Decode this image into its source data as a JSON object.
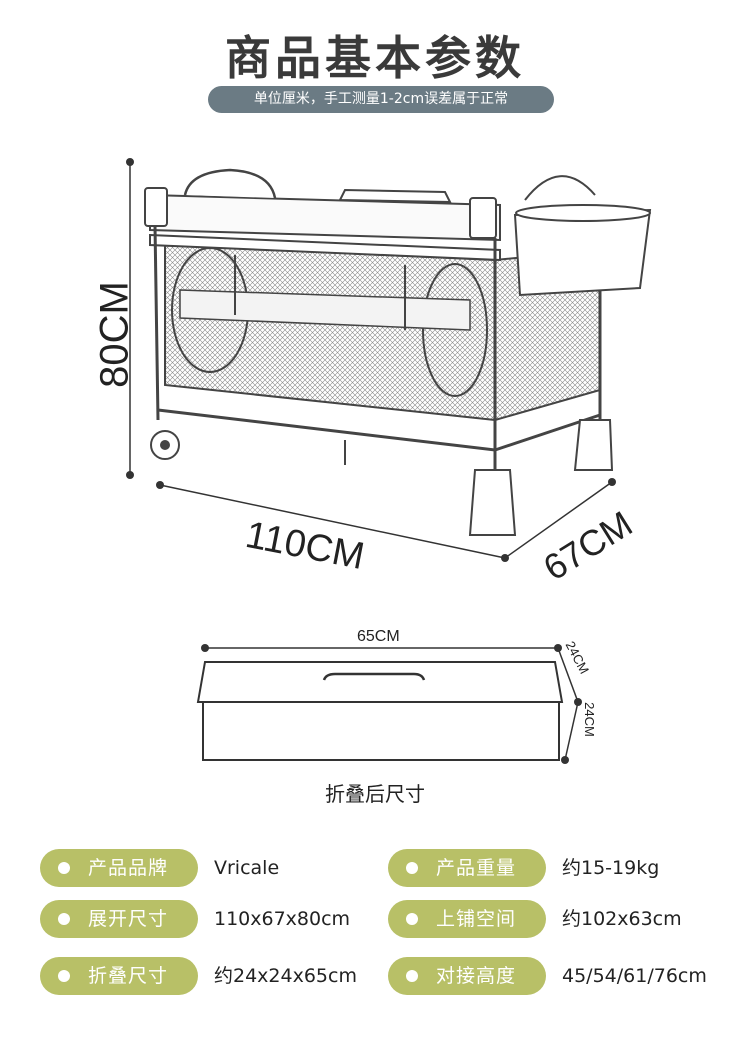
{
  "header": {
    "title": "商品基本参数",
    "subtitle": "单位厘米，手工测量1-2cm误差属于正常"
  },
  "dimensions": {
    "height": "80CM",
    "length": "110CM",
    "width": "67CM",
    "folded_length": "65CM",
    "folded_depth": "24CM",
    "folded_height": "24CM"
  },
  "folded_label": "折叠后尺寸",
  "specs": [
    {
      "label": "产品品牌",
      "value": "Vricale"
    },
    {
      "label": "产品重量",
      "value": "约15-19kg"
    },
    {
      "label": "展开尺寸",
      "value": "110x67x80cm"
    },
    {
      "label": "上铺空间",
      "value": "约102x63cm"
    },
    {
      "label": "折叠尺寸",
      "value": "约24x24x65cm"
    },
    {
      "label": "对接高度",
      "value": "45/54/61/76cm"
    }
  ],
  "colors": {
    "pill": "#b8c067",
    "subtitle_bg": "#6b7b84"
  }
}
